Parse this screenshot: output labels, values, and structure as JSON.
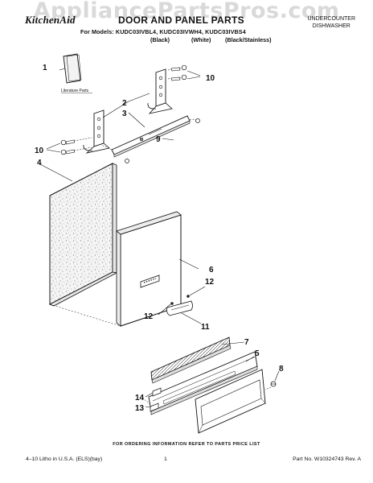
{
  "watermark": "AppliancePartsPros.com",
  "header": {
    "brand": "KitchenAid",
    "title": "DOOR AND PANEL PARTS",
    "product_type_line1": "UNDERCOUNTER",
    "product_type_line2": "DISHWASHER",
    "models_line": "For Models: KUDC03IVBL4, KUDC03IVWH4, KUDC03IVBS4",
    "color_black": "(Black)",
    "color_white": "(White)",
    "color_blackstainless": "(Black/Stainless)"
  },
  "diagram": {
    "literature_label": "Literature Parts",
    "callouts": {
      "c1": "1",
      "c2": "2",
      "c3": "3",
      "c4": "4",
      "c5": "5",
      "c6": "6",
      "c7": "7",
      "c8": "8",
      "c9": "9",
      "c10a": "10",
      "c10b": "10",
      "c11": "11",
      "c12a": "12",
      "c12b": "12",
      "c13": "13",
      "c14": "14"
    }
  },
  "footer": {
    "order_note": "FOR ORDERING INFORMATION REFER TO PARTS PRICE LIST",
    "litho": "4–10 Litho in U.S.A. (ELS)(bay)",
    "page": "1",
    "part_no": "Part No. W10324743 Rev. A"
  }
}
